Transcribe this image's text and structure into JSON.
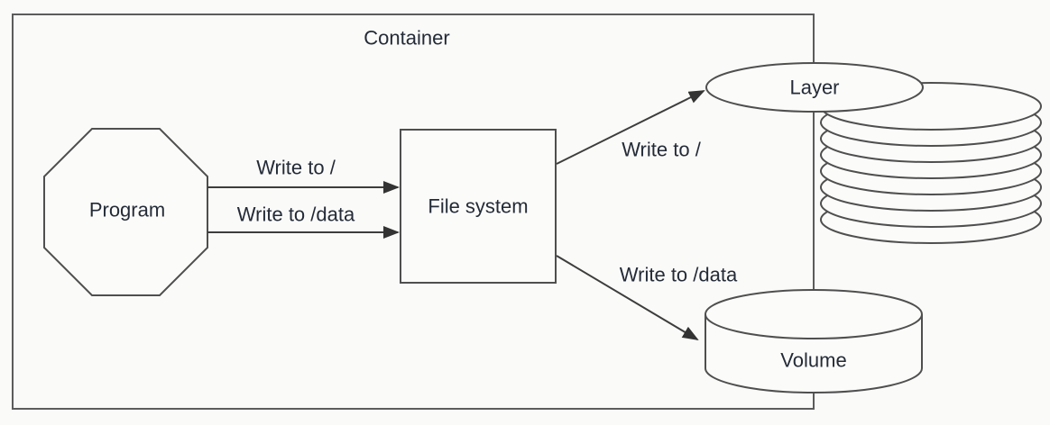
{
  "diagram": {
    "container_label": "Container",
    "nodes": {
      "program": {
        "label": "Program",
        "shape": "octagon"
      },
      "file_system": {
        "label": "File system",
        "shape": "rectangle"
      },
      "layer": {
        "label": "Layer",
        "shape": "ellipse-on-disk-stack",
        "stack_disk_count": 8
      },
      "volume": {
        "label": "Volume",
        "shape": "cylinder"
      }
    },
    "edges": [
      {
        "from": "program",
        "to": "file_system",
        "label": "Write to /"
      },
      {
        "from": "program",
        "to": "file_system",
        "label": "Write to /data"
      },
      {
        "from": "file_system",
        "to": "layer",
        "label": "Write to /"
      },
      {
        "from": "file_system",
        "to": "volume",
        "label": "Write to /data"
      }
    ],
    "colors": {
      "background": "#fafaf8",
      "shape_fill": "#fbfbf9",
      "stroke": "#4f4f4f",
      "text": "#242b38",
      "arrow": "#3d3d3d"
    }
  }
}
